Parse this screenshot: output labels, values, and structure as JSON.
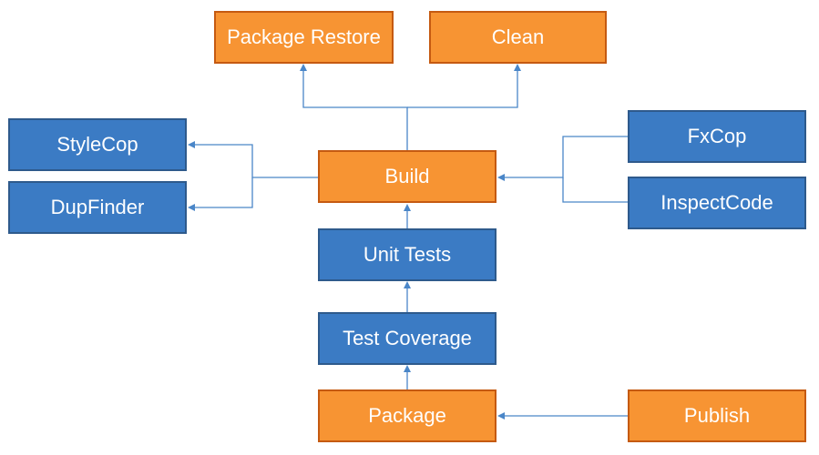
{
  "nodes": {
    "package_restore": "Package Restore",
    "clean": "Clean",
    "stylecop": "StyleCop",
    "dupfinder": "DupFinder",
    "build": "Build",
    "fxcop": "FxCop",
    "inspectcode": "InspectCode",
    "unit_tests": "Unit Tests",
    "test_coverage": "Test Coverage",
    "package": "Package",
    "publish": "Publish"
  },
  "colors": {
    "orange_fill": "#f79433",
    "orange_border": "#c55a11",
    "blue_fill": "#3b7bc4",
    "blue_border": "#2e5a8c",
    "connector": "#4a86c8"
  },
  "edges": [
    {
      "from": "Build",
      "to": "Package Restore"
    },
    {
      "from": "Build",
      "to": "Clean"
    },
    {
      "from": "Build",
      "to": "StyleCop"
    },
    {
      "from": "Build",
      "to": "DupFinder"
    },
    {
      "from": "FxCop",
      "to": "Build"
    },
    {
      "from": "InspectCode",
      "to": "Build"
    },
    {
      "from": "Unit Tests",
      "to": "Build"
    },
    {
      "from": "Test Coverage",
      "to": "Unit Tests"
    },
    {
      "from": "Package",
      "to": "Test Coverage"
    },
    {
      "from": "Publish",
      "to": "Package"
    }
  ]
}
